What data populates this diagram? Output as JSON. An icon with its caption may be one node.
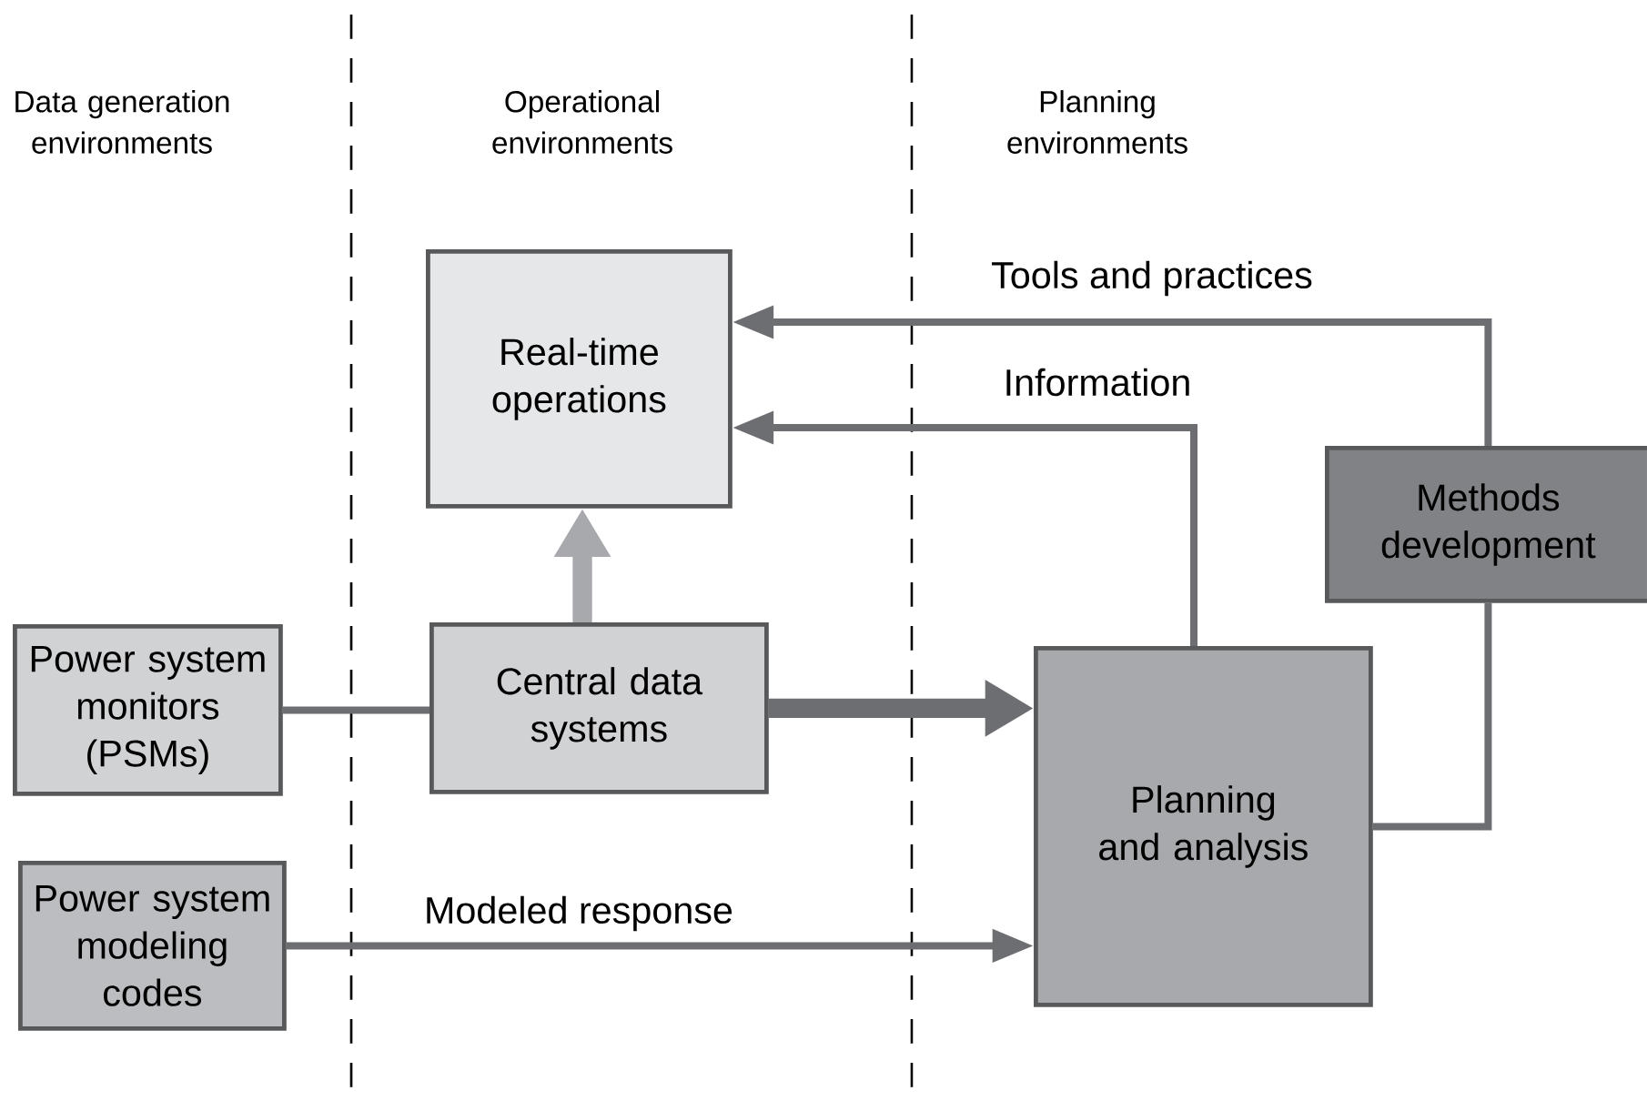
{
  "diagram": {
    "nodes": [
      {
        "text": [
          "Real-time operations"
        ]
      },
      {
        "text": [
          "Power system monitors (PSMs)"
        ]
      },
      {
        "text": [
          "Central data systems"
        ]
      },
      {
        "text": [
          "Power system modeling codes"
        ]
      },
      {
        "text": [
          "Planning and analysis"
        ]
      },
      {
        "text": [
          "Methods development"
        ]
      }
    ],
    "edges": [
      {
        "from": 1,
        "to": 2,
        "arrow": "none"
      },
      {
        "from": 2,
        "to": 0,
        "arrow": "to",
        "style": "thick",
        "color": "#a7a9ac"
      },
      {
        "from": 2,
        "to": 4,
        "arrow": "to",
        "style": "thick"
      },
      {
        "from": 3,
        "to": 4,
        "arrow": "to",
        "label": "Modeled response"
      },
      {
        "from": 4,
        "to": 0,
        "arrow": "to",
        "label": "Information"
      },
      {
        "from": 5,
        "to": 0,
        "arrow": "to",
        "label": "Tools and practices"
      },
      {
        "from": 4,
        "to": 5,
        "arrow": "none"
      }
    ],
    "labels": [
      "Data generation environments",
      "Operational environments",
      "Planning environments"
    ]
  }
}
